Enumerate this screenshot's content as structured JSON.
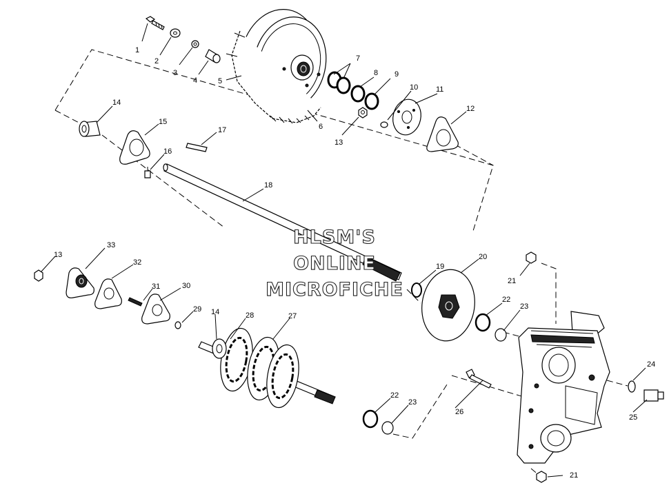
{
  "watermark": {
    "line1": "HLSM'S",
    "line2": "ONLINE",
    "line3": "MICROFICHE"
  },
  "callouts": {
    "c1": "1",
    "c2": "2",
    "c3": "3",
    "c4": "4",
    "c5": "5",
    "c6": "6",
    "c7": "7",
    "c8": "8",
    "c9": "9",
    "c10": "10",
    "c11": "11",
    "c12": "12",
    "c13a": "13",
    "c14a": "14",
    "c15": "15",
    "c16": "16",
    "c17": "17",
    "c18": "18",
    "c19": "19",
    "c20": "20",
    "c21a": "21",
    "c22a": "22",
    "c23a": "23",
    "c24": "24",
    "c25": "25",
    "c13b": "13",
    "c33": "33",
    "c32": "32",
    "c31": "31",
    "c30": "30",
    "c29": "29",
    "c14b": "14",
    "c28": "28",
    "c27": "27",
    "c22b": "22",
    "c23b": "23",
    "c26": "26",
    "c21b": "21"
  }
}
